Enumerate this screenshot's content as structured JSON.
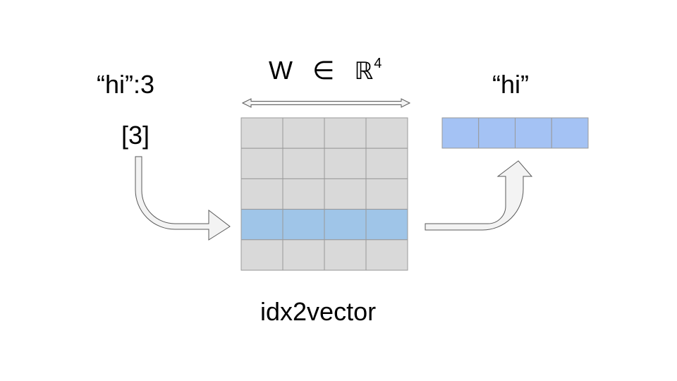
{
  "labels": {
    "token_map": "“hi”:3",
    "index_list": "[3]",
    "output_token": "“hi”",
    "matrix_caption": "idx2vector"
  },
  "weight": {
    "name": "W",
    "relation": "∈",
    "space": "ℝ",
    "dimension": "4"
  },
  "matrix": {
    "rows": 5,
    "cols": 4,
    "highlighted_row_index": 3
  },
  "output_vector": {
    "length": 4
  },
  "colors": {
    "cell_fill": "#d9d9d9",
    "cell_border": "#999999",
    "highlight_fill": "#9fc5e8",
    "vector_fill": "#a4c2f4",
    "arrow_fill": "#f3f3f3",
    "arrow_stroke": "#595959"
  },
  "icons": {
    "width_arrow": "double-headed-arrow",
    "lookup_arrow": "curved-right-arrow",
    "output_arrow": "curved-up-arrow"
  }
}
